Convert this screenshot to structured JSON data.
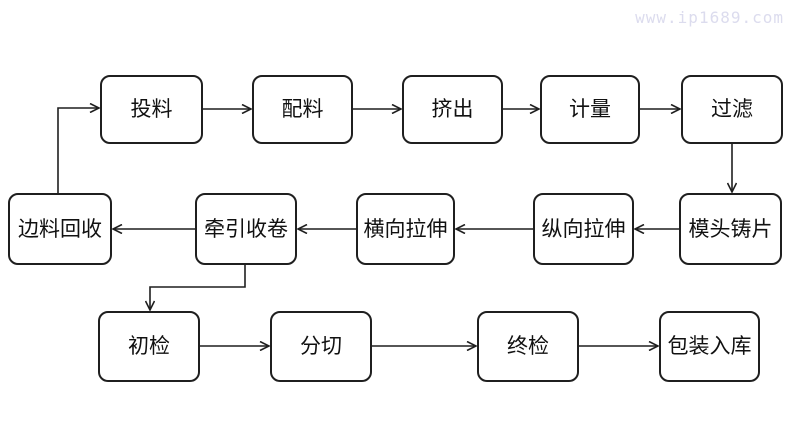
{
  "page": {
    "background": "#ffffff"
  },
  "watermark": {
    "text": "www.ip1689.com",
    "color": "#dcdcee"
  },
  "flowchart": {
    "line_color": "#1f1f1f",
    "box_fill": "#ffffff",
    "box_border_color": "#1f1f1f",
    "nodes": [
      {
        "id": "feeding",
        "label": "投料"
      },
      {
        "id": "batching",
        "label": "配料"
      },
      {
        "id": "extrusion",
        "label": "挤出"
      },
      {
        "id": "metering",
        "label": "计量"
      },
      {
        "id": "filtering",
        "label": "过滤"
      },
      {
        "id": "die-casting",
        "label": "模头铸片"
      },
      {
        "id": "longitudinal-stretching",
        "label": "纵向拉伸"
      },
      {
        "id": "transverse-stretching",
        "label": "横向拉伸"
      },
      {
        "id": "traction-winding",
        "label": "牵引收卷"
      },
      {
        "id": "edge-trim-recycling",
        "label": "边料回收"
      },
      {
        "id": "initial-inspection",
        "label": "初检"
      },
      {
        "id": "slitting",
        "label": "分切"
      },
      {
        "id": "final-inspection",
        "label": "终检"
      },
      {
        "id": "packing-warehousing",
        "label": "包装入库"
      }
    ],
    "edges": [
      {
        "from": "feeding",
        "to": "batching"
      },
      {
        "from": "batching",
        "to": "extrusion"
      },
      {
        "from": "extrusion",
        "to": "metering"
      },
      {
        "from": "metering",
        "to": "filtering"
      },
      {
        "from": "filtering",
        "to": "die-casting"
      },
      {
        "from": "die-casting",
        "to": "longitudinal-stretching"
      },
      {
        "from": "longitudinal-stretching",
        "to": "transverse-stretching"
      },
      {
        "from": "transverse-stretching",
        "to": "traction-winding"
      },
      {
        "from": "traction-winding",
        "to": "edge-trim-recycling"
      },
      {
        "from": "edge-trim-recycling",
        "to": "feeding"
      },
      {
        "from": "traction-winding",
        "to": "initial-inspection"
      },
      {
        "from": "initial-inspection",
        "to": "slitting"
      },
      {
        "from": "slitting",
        "to": "final-inspection"
      },
      {
        "from": "final-inspection",
        "to": "packing-warehousing"
      }
    ]
  }
}
